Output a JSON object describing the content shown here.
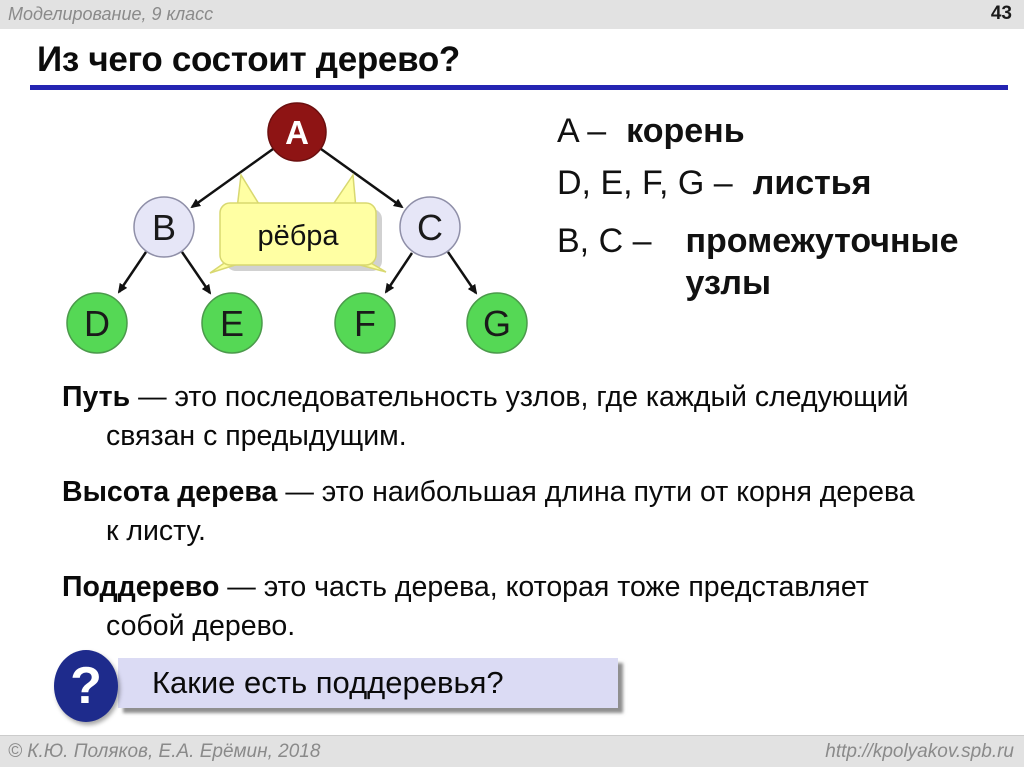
{
  "header": {
    "subject": "Моделирование, 9 класс",
    "page_number": "43"
  },
  "title": "Из чего состоит дерево?",
  "tree": {
    "nodes": [
      {
        "id": "A",
        "label": "A",
        "role": "root"
      },
      {
        "id": "B",
        "label": "B",
        "role": "intermediate"
      },
      {
        "id": "C",
        "label": "C",
        "role": "intermediate"
      },
      {
        "id": "D",
        "label": "D",
        "role": "leaf"
      },
      {
        "id": "E",
        "label": "E",
        "role": "leaf"
      },
      {
        "id": "F",
        "label": "F",
        "role": "leaf"
      },
      {
        "id": "G",
        "label": "G",
        "role": "leaf"
      }
    ],
    "edges": [
      [
        "A",
        "B"
      ],
      [
        "A",
        "C"
      ],
      [
        "B",
        "D"
      ],
      [
        "B",
        "E"
      ],
      [
        "C",
        "F"
      ],
      [
        "C",
        "G"
      ]
    ],
    "callout": "рёбра"
  },
  "legend": [
    {
      "label": "A –",
      "term": "корень"
    },
    {
      "label": "D, E, F, G –",
      "term": "листья"
    },
    {
      "label": "B, C –",
      "term": "промежуточные узлы"
    }
  ],
  "definitions": [
    {
      "term": "Путь",
      "text": "— это последовательность узлов, где каждый следующий связан с предыдущим."
    },
    {
      "term": "Высота дерева",
      "text": "— это наибольшая длина пути от корня дерева к листу."
    },
    {
      "term": "Поддерево",
      "text": "— это часть дерева, которая тоже представляет собой дерево."
    }
  ],
  "question": {
    "icon_glyph": "?",
    "text": "Какие есть поддеревья?"
  },
  "footer": {
    "copyright": "© К.Ю. Поляков, Е.А. Ерёмин, 2018",
    "url": "http://kpolyakov.spb.ru"
  },
  "colors": {
    "header_bg": "#e2e2e2",
    "underline_blue": "#2424b2",
    "root_node": "#8e1414",
    "root_node_border": "#6b0f0f",
    "inner_node": "#e6e6f7",
    "inner_node_border": "#8f8fa8",
    "leaf_node": "#55d855",
    "leaf_node_border": "#4b9a4b",
    "callout_yellow": "#ffffa3",
    "question_box": "#dbdbf4",
    "icon_navy": "#1e2b8c",
    "footer_text": "#8a8a8a"
  }
}
